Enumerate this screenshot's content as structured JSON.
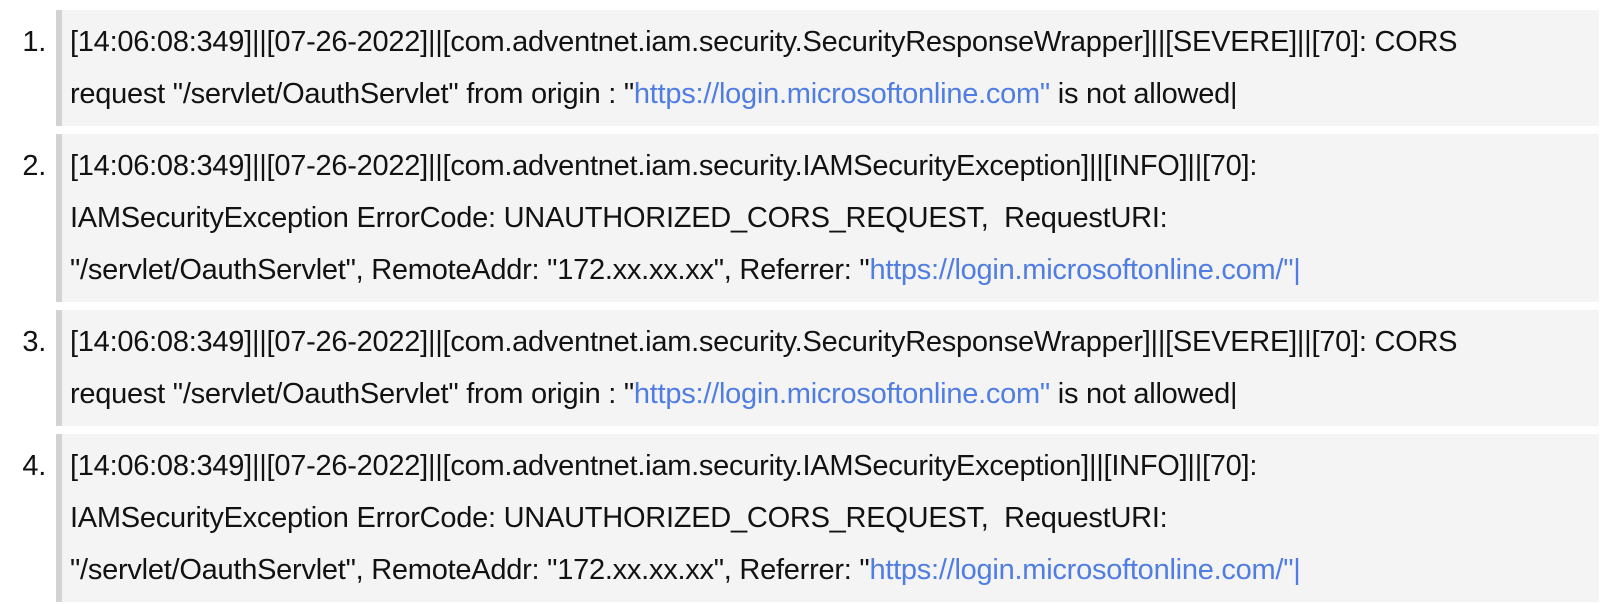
{
  "colors": {
    "text": "#121212",
    "link": "#4f7de2",
    "block_background": "#f4f4f4",
    "block_border": "#d3d3d3",
    "page_background": "#ffffff"
  },
  "log_list": {
    "entries": [
      {
        "number": "1.",
        "segments": [
          {
            "type": "text",
            "value": "[14:06:08:349]||[07-26-2022]||[com.adventnet.iam.security.SecurityResponseWrapper]||[SEVERE]||[70]: CORS\nrequest \"/servlet/OauthServlet\" from origin : \""
          },
          {
            "type": "link",
            "value": "https://login.microsoftonline.com\""
          },
          {
            "type": "text",
            "value": " is not allowed|"
          }
        ]
      },
      {
        "number": "2.",
        "segments": [
          {
            "type": "text",
            "value": "[14:06:08:349]||[07-26-2022]||[com.adventnet.iam.security.IAMSecurityException]||[INFO]||[70]:\nIAMSecurityException ErrorCode: UNAUTHORIZED_CORS_REQUEST,  RequestURI:\n\"/servlet/OauthServlet\", RemoteAddr: \"172.xx.xx.xx\", Referrer: \""
          },
          {
            "type": "link",
            "value": "https://login.microsoftonline.com/\"|"
          }
        ]
      },
      {
        "number": "3.",
        "segments": [
          {
            "type": "text",
            "value": "[14:06:08:349]||[07-26-2022]||[com.adventnet.iam.security.SecurityResponseWrapper]||[SEVERE]||[70]: CORS\nrequest \"/servlet/OauthServlet\" from origin : \""
          },
          {
            "type": "link",
            "value": "https://login.microsoftonline.com\""
          },
          {
            "type": "text",
            "value": " is not allowed|"
          }
        ]
      },
      {
        "number": "4.",
        "segments": [
          {
            "type": "text",
            "value": "[14:06:08:349]||[07-26-2022]||[com.adventnet.iam.security.IAMSecurityException]||[INFO]||[70]:\nIAMSecurityException ErrorCode: UNAUTHORIZED_CORS_REQUEST,  RequestURI:\n\"/servlet/OauthServlet\", RemoteAddr: \"172.xx.xx.xx\", Referrer: \""
          },
          {
            "type": "link",
            "value": "https://login.microsoftonline.com/\"|"
          }
        ]
      }
    ]
  }
}
